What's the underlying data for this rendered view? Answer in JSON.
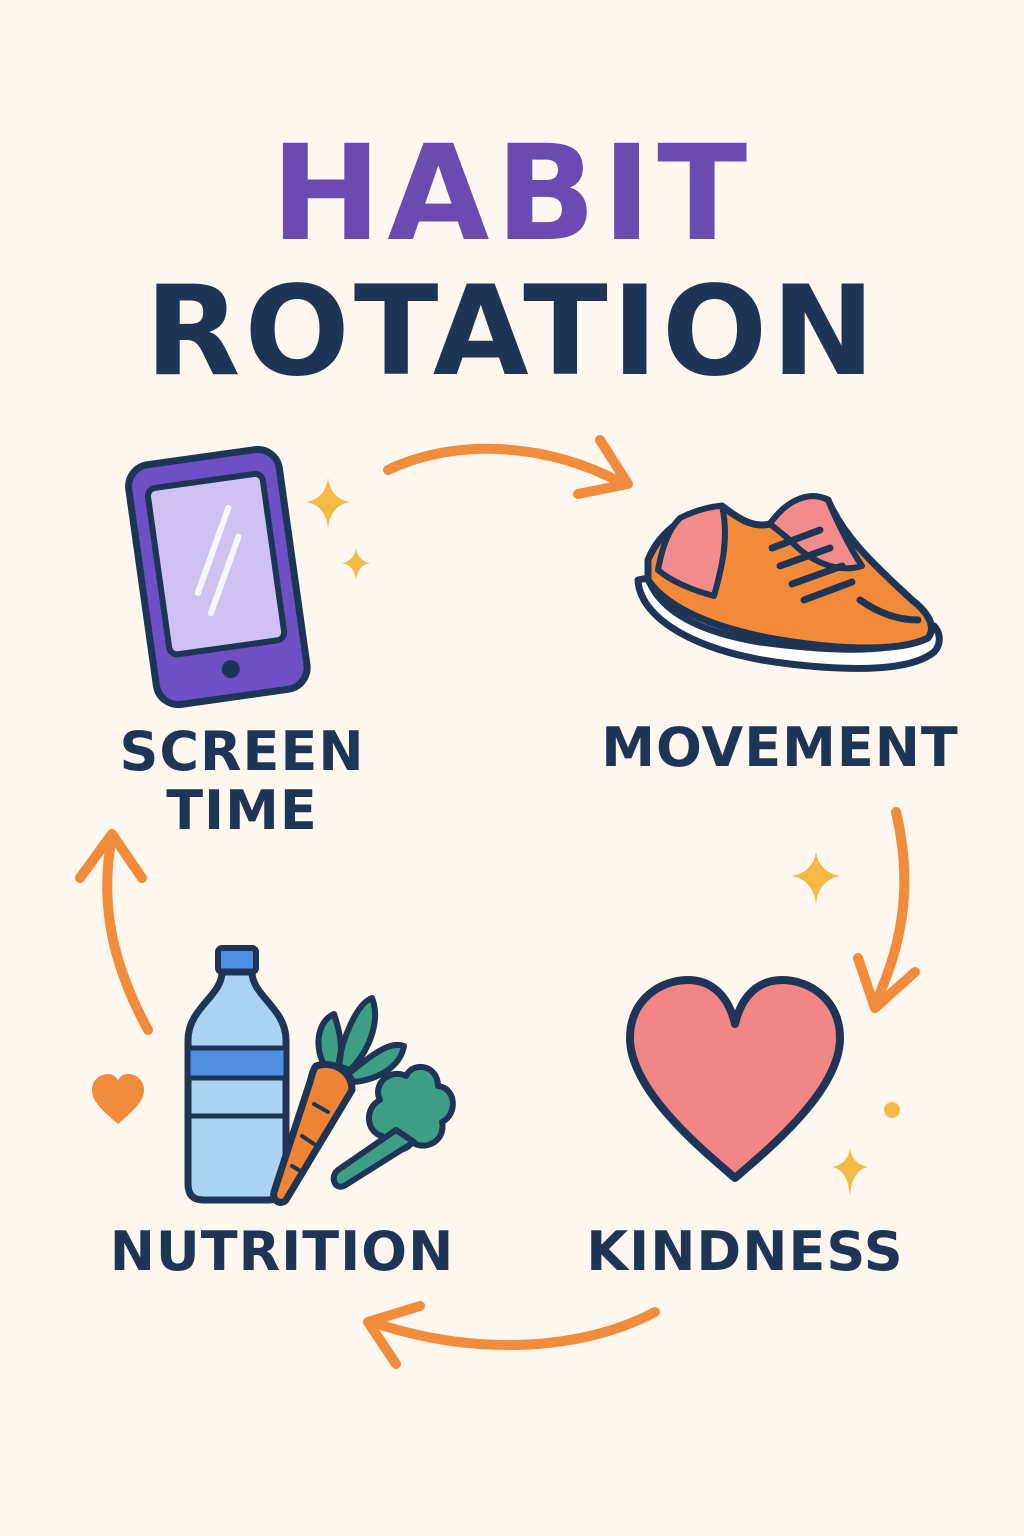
{
  "title": {
    "line1": "HABIT",
    "line2": "ROTATION"
  },
  "colors": {
    "background": "#fdf7ef",
    "title_purple": "#6a4bb0",
    "navy": "#1e3556",
    "arrow_orange": "#f08c3c",
    "sparkle_yellow": "#f5b945",
    "phone_purple": "#6f4fc4",
    "phone_screen": "#cfc2f2",
    "shoe_orange": "#f28a3a",
    "shoe_pink": "#f28c8c",
    "heart_pink": "#f28585",
    "bottle_blue": "#a9d3f0",
    "bottle_cap": "#4f8ee0",
    "carrot_orange": "#f08436",
    "greens": "#3f9e86"
  },
  "cycle": {
    "direction": "clockwise",
    "habits": [
      {
        "label": "SCREEN\nTIME",
        "icon": "smartphone-icon"
      },
      {
        "label": "MOVEMENT",
        "icon": "sneaker-icon"
      },
      {
        "label": "KINDNESS",
        "icon": "heart-icon"
      },
      {
        "label": "NUTRITION",
        "icon": "water-bottle-carrot-broccoli-icon"
      }
    ]
  }
}
